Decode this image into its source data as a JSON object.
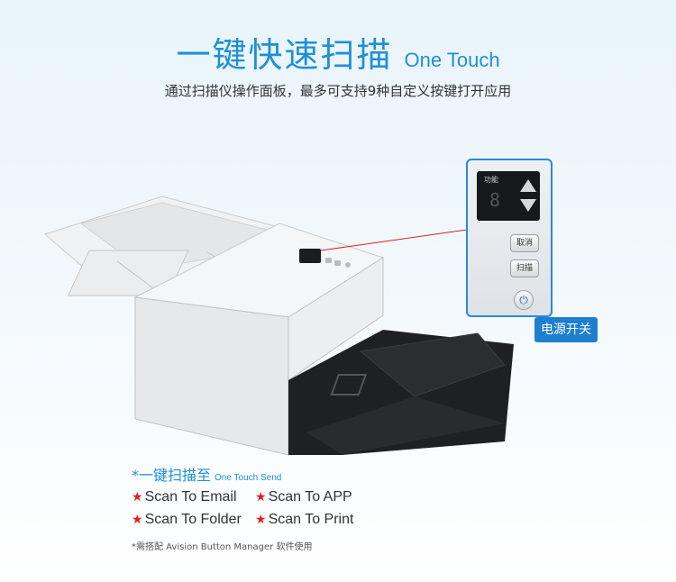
{
  "header": {
    "title_cn": "一键快速扫描",
    "title_en": "One Touch",
    "subtitle": "通过扫描仪操作面板，最多可支持9种自定义按键打开应用"
  },
  "panel": {
    "display_label": "功能",
    "display_digit": "8",
    "cancel_label": "取消",
    "scan_label": "扫描",
    "power_symbol": "⏻",
    "power_tag": "电源开关"
  },
  "features": {
    "title_cn": "*一键扫描至",
    "title_en": "One Touch Send",
    "items": [
      {
        "label": "Scan To Email"
      },
      {
        "label": "Scan To APP"
      },
      {
        "label": "Scan To Folder"
      },
      {
        "label": "Scan To Print"
      }
    ],
    "note": "*需搭配 Avision Button Manager 软件使用"
  },
  "colors": {
    "accent": "#1e90d6",
    "star": "#e02020",
    "tag_bg": "#1e7fd0"
  }
}
